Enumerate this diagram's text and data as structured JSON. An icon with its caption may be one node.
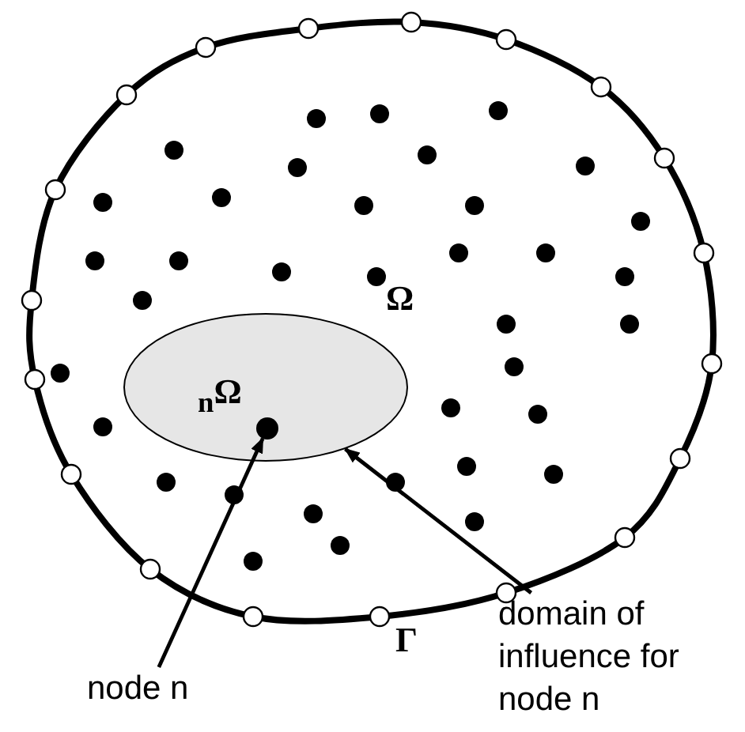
{
  "diagram": {
    "nodes": [
      {
        "text": [
          "$_{n}$Ω"
        ]
      },
      {
        "text": [],
        "shape": "circle",
        "in": 0
      },
      {
        "text": [
          "node n"
        ]
      },
      {
        "text": [
          "domain of influence for node n"
        ]
      }
    ],
    "edges": [
      {
        "from": 2,
        "to": 1,
        "arrow": "to"
      },
      {
        "from": 3,
        "to": 0,
        "arrow": "to"
      }
    ],
    "labels": [
      "Ω",
      "Γ"
    ]
  }
}
